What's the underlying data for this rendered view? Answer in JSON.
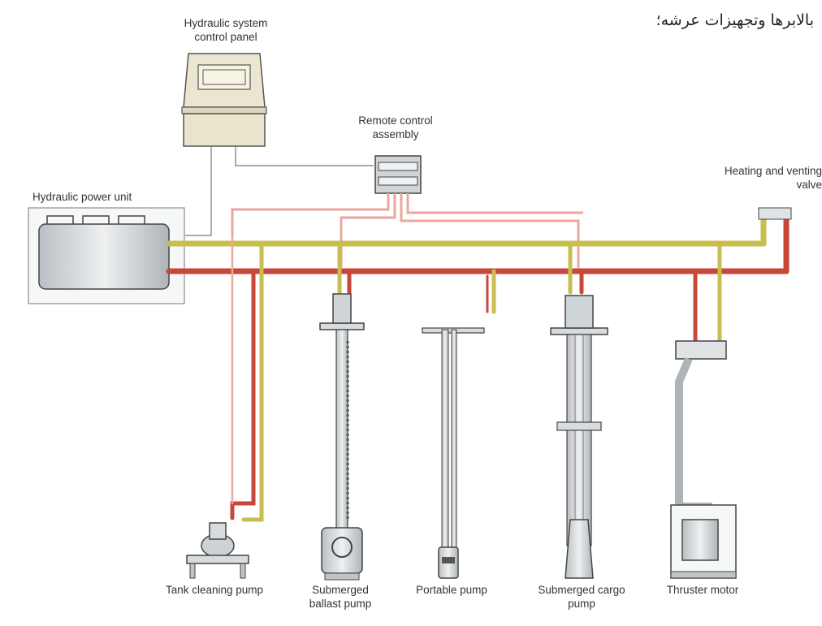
{
  "heading": "بالابرها وتجهیزات عرشه؛",
  "labels": {
    "control_panel": "Hydraulic system control panel",
    "remote_control": "Remote control assembly",
    "power_unit": "Hydraulic power unit",
    "heating_valve": "Heating and venting valve",
    "tank_cleaning": "Tank cleaning pump",
    "ballast": "Submerged ballast pump",
    "portable": "Portable pump",
    "cargo": "Submerged cargo pump",
    "thruster": "Thruster motor"
  },
  "colors": {
    "supply_line": "#c9463a",
    "return_line": "#c8bd4e",
    "control_line": "#e9a79d",
    "equipment": "#d7dcdf",
    "outline": "#4a4a4a"
  }
}
